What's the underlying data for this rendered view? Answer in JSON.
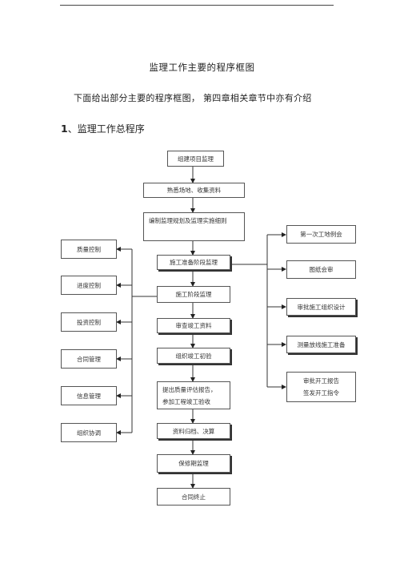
{
  "heading": {
    "title": "监理工作主要的程序框图",
    "intro": "下面给出部分主要的程序框图，  第四章相关章节中亦有介绍",
    "section_number": "1",
    "section_title": "、监理工作总程序"
  },
  "flow": {
    "main": [
      "组建项目监理",
      "熟悉场地、收集资料",
      "编制监理规划及监理实施细则",
      "施工准备阶段监理",
      "施工阶段监理",
      "审查竣工资料",
      "组织竣工初验",
      "提出质量评估报告，\n参加工程竣工验收",
      "资料归档、决算",
      "保修期监理",
      "合同终止"
    ],
    "left": [
      "质量控制",
      "进度控制",
      "投资控制",
      "合同管理",
      "信息管理",
      "组织协调"
    ],
    "right": [
      "第一次工地例会",
      "图纸会审",
      "审批施工组织设计",
      "测量放线施工准备",
      "审批开工报告\n签发开工指令"
    ]
  }
}
